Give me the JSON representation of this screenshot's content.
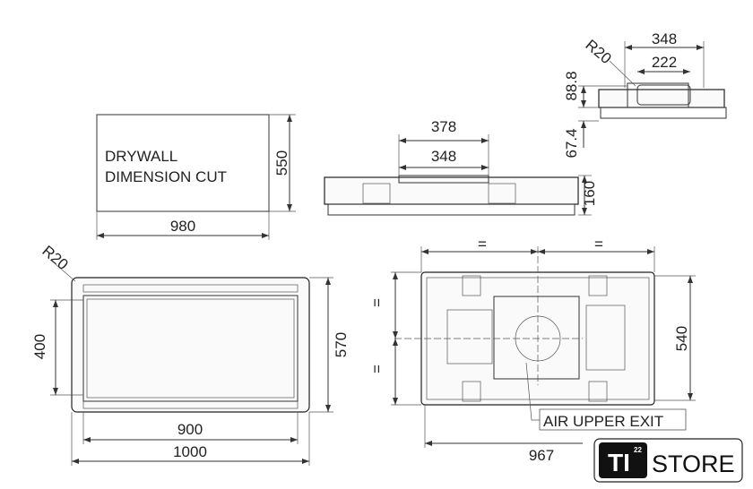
{
  "drywall_view": {
    "line1": "DRYWALL",
    "line2": "DIMENSION CUT",
    "width": "980",
    "height": "550"
  },
  "side_view": {
    "outer": "378",
    "inner": "348",
    "height": "160"
  },
  "section_view": {
    "outer": "348",
    "inner": "222",
    "radius": "R20",
    "upper_height": "88.8",
    "lower_height": "67.4"
  },
  "front_view": {
    "radius": "R20",
    "inner_height": "400",
    "outer_height": "570",
    "inner_width": "900",
    "outer_width": "1000"
  },
  "top_view": {
    "equal_mark": "=",
    "height": "540",
    "width": "967",
    "callout": "AIR UPPER EXIT"
  },
  "logo": {
    "mark": "TI",
    "superscript": "22",
    "name": "STORE"
  }
}
